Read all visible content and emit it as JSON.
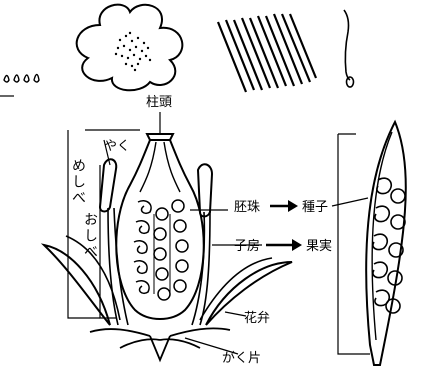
{
  "labels": {
    "stigma": "柱頭",
    "anther": "やく",
    "pistil": "めしべ",
    "stamen": "おしべ",
    "ovule": "胚珠",
    "seed": "種子",
    "ovary": "子房",
    "fruit": "果実",
    "petal": "花弁",
    "sepal": "がく片"
  }
}
